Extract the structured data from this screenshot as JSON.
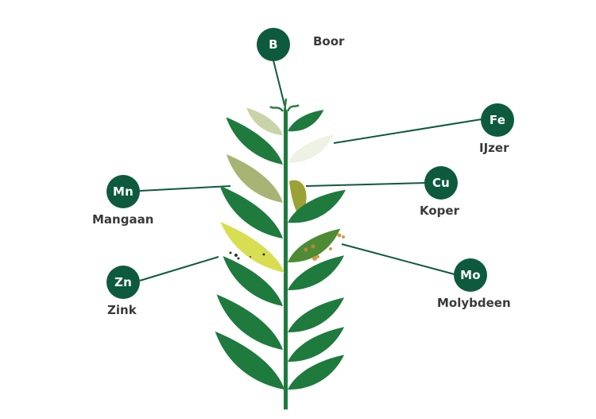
{
  "diagram": {
    "accent_color": "#0e5a3f",
    "label_color": "#3a3a3a",
    "nutrients": [
      {
        "symbol": "B",
        "name": "Boor"
      },
      {
        "symbol": "Fe",
        "name": "IJzer"
      },
      {
        "symbol": "Mn",
        "name": "Mangaan"
      },
      {
        "symbol": "Cu",
        "name": "Koper"
      },
      {
        "symbol": "Zn",
        "name": "Zink"
      },
      {
        "symbol": "Mo",
        "name": "Molybdeen"
      }
    ],
    "leaf_colors": {
      "healthy": "#1f7a3e",
      "boron_pale": "#c9d3a8",
      "iron_chlorotic": "#eef2e2",
      "manganese_yellowed": "#a7b474",
      "copper_wilted": "#9aa235",
      "zinc_yellow": "#d8de52",
      "molybdenum_spotted": "#4e8b34"
    }
  }
}
